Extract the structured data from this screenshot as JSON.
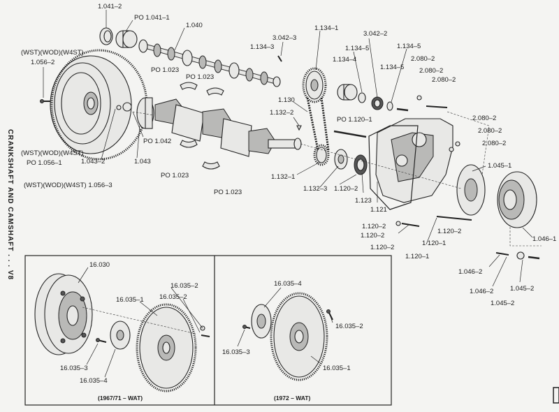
{
  "side_title": "CRANKSHAFT AND CAMSHAFT . . . V8",
  "labels": {
    "l1041_2": "1.041–2",
    "po1041_1": "PO 1.041–1",
    "l1040": "1.040",
    "wst1": "(WST)(WOD)(W4ST)",
    "l1056_2": "1.056–2",
    "po1023_a": "PO 1.023",
    "po1023_b": "PO 1.023",
    "l1134_1": "1.134–1",
    "l3042_3": "3.042–3",
    "l1134_3": "1.134–3",
    "l3042_2": "3.042–2",
    "l1134_5a": "1.134–5",
    "l1134_5b": "1.134–5",
    "l1134_4": "1.134–4",
    "l1134_5c": "1.134–5",
    "l2080_2a": "2.080–2",
    "l2080_2b": "2.080–2",
    "l2080_2c": "2.080–2",
    "l1130": "1.130",
    "l1132_2": "1.132–2",
    "po1120_1": "PO 1.120–1",
    "l2080_2d": "2.080–2",
    "l2080_2e": "2.080–2",
    "l2080_2f": "2.080–2",
    "po1042": "PO 1.042",
    "l1043": "1.043",
    "l1043_2": "1.043–2",
    "wst2": "(WST)(WOD)(W4ST)",
    "po1056_1": "PO 1.056–1",
    "po1023_c": "PO 1.023",
    "po1023_d": "PO 1.023",
    "wst3": "(WST)(WOD)(W4ST) 1.056–3",
    "l1132_1": "1.132–1",
    "l1132_3": "1.132–3",
    "l1120_2a": "1.120–2",
    "l1123": "1.123",
    "l1121": "1.121",
    "l1045_1": "1.045–1",
    "l1120_2b": "1.120–2",
    "l1120_2c": "1.120–2",
    "l1120_2d": "1.120–2",
    "l1120_2e": "1.120–2",
    "l1120_1": "1 120–1",
    "l1120_1b": "1.120–1",
    "l1046_1": "1.046–1",
    "l1046_2a": "1.046–2",
    "l1046_2b": "1.046–2",
    "l1045_2a": "1.045–2",
    "l1045_2b": "1.045–2",
    "l16030": "16.030",
    "l16035_2a": "16.035–2",
    "l16035_1a": "16.035–1",
    "l16035_2b": "16.035–2",
    "l16035_3a": "16.035–3",
    "l16035_4a": "16.035–4",
    "l16035_4b": "16.035–4",
    "l16035_2c": "16.035–2",
    "l16035_3b": "16.035–3",
    "l16035_1b": "16.035–1"
  },
  "inset_left_title": "(1967/71 – WAT)",
  "inset_right_title": "(1972 – WAT)"
}
